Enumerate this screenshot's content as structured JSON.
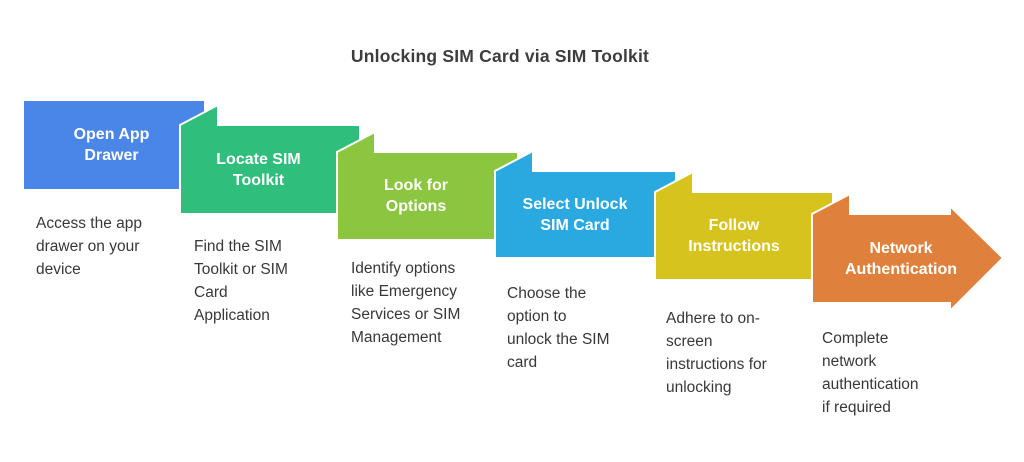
{
  "title": "Unlocking SIM Card via SIM Toolkit",
  "colors": {
    "background": "#ffffff",
    "outline": "#ffffff",
    "title_text": "#3d3d3d",
    "description_text": "#383838",
    "step_label_text": "#ffffff"
  },
  "steps": [
    {
      "label": "Open App\nDrawer",
      "description": "Access the app\ndrawer on your\ndevice",
      "color": "#4a86e8"
    },
    {
      "label": "Locate SIM\nToolkit",
      "description": "Find the SIM\nToolkit or SIM\nCard\nApplication",
      "color": "#2fbe7c"
    },
    {
      "label": "Look for\nOptions",
      "description": "Identify options\nlike Emergency\nServices or SIM\nManagement",
      "color": "#8cc540"
    },
    {
      "label": "Select Unlock\nSIM Card",
      "description": "Choose the\noption to\nunlock the SIM\ncard",
      "color": "#29a9e0"
    },
    {
      "label": "Follow\nInstructions",
      "description": "Adhere to on-\nscreen\ninstructions for\nunlocking",
      "color": "#d7c31d"
    },
    {
      "label": "Network\nAuthentication",
      "description": "Complete\nnetwork\nauthentication\nif required",
      "color": "#df813c"
    }
  ]
}
